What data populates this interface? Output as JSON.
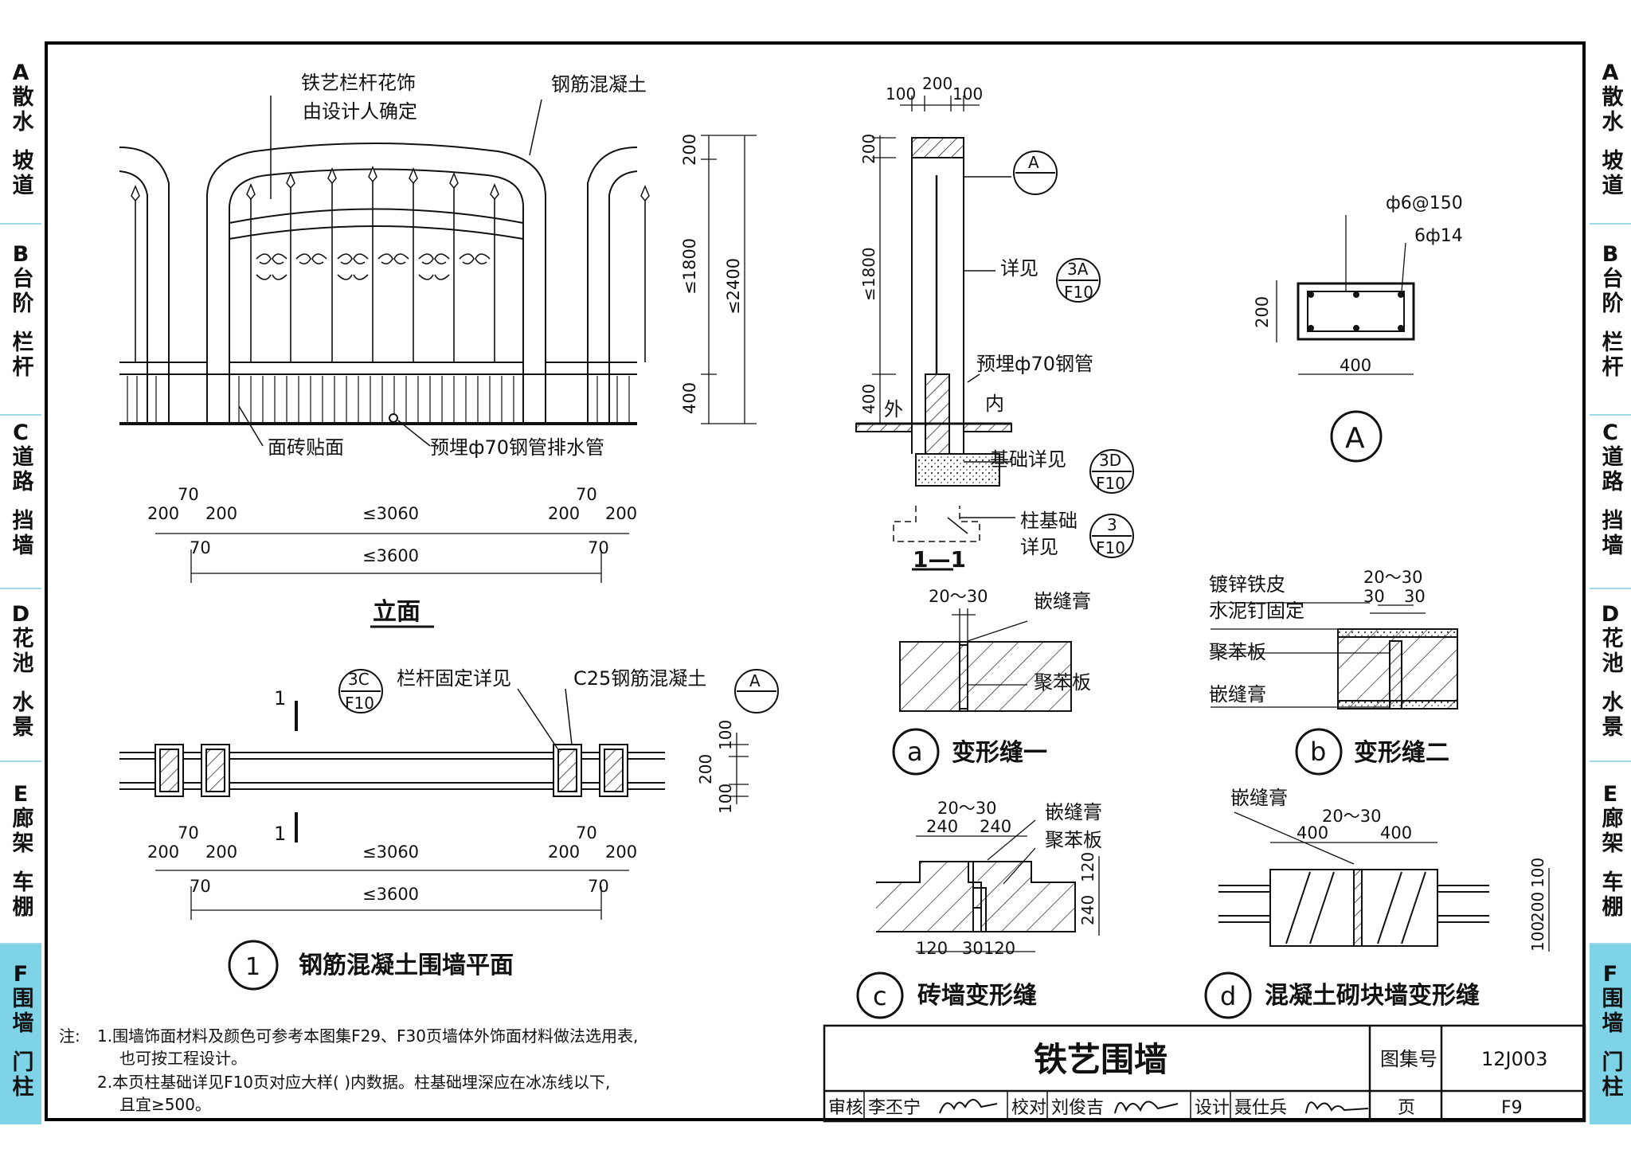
{
  "left_tabs": [
    {
      "letter": "A",
      "line1": "散水",
      "line2": "坡道"
    },
    {
      "letter": "B",
      "line1": "台阶",
      "line2": "栏杆"
    },
    {
      "letter": "C",
      "line1": "道路",
      "line2": "挡墙"
    },
    {
      "letter": "D",
      "line1": "花池",
      "line2": "水景"
    },
    {
      "letter": "E",
      "line1": "廊架",
      "line2": "车棚"
    },
    {
      "letter": "F",
      "line1": "围墙",
      "line2": "门柱"
    }
  ],
  "elevation": {
    "note_railing_1": "铁艺栏杆花饰",
    "note_railing_2": "由设计人确定",
    "note_rc": "钢筋混凝土",
    "note_tile": "面砖贴面",
    "note_pipe": "预埋ф70钢管排水管",
    "dim_200": "200",
    "dim_1800": "≤1800",
    "dim_2400": "≤2400",
    "dim_400": "400",
    "dim_70": "70",
    "dim_3060": "≤3060",
    "dim_3600": "≤3600",
    "title": "立面"
  },
  "plan": {
    "ref_3c_top": "3C",
    "ref_3c_bottom": "F10",
    "note_fix": "栏杆固定详见",
    "note_c25": "C25钢筋混凝土",
    "ref_a": "A",
    "ref_a_bottom": "—",
    "section_mark": "1",
    "dim_100": "100",
    "dim_200": "200",
    "dim_70": "70",
    "dim_3060": "≤3060",
    "dim_3600": "≤3600",
    "title_num": "1",
    "title": "钢筋混凝土围墙平面"
  },
  "section11": {
    "dim_top_100a": "100",
    "dim_top_200": "200",
    "dim_top_100b": "100",
    "dim_200": "200",
    "dim_1800": "≤1800",
    "dim_400": "400",
    "ref_a": "A",
    "ref_a_bottom": "—",
    "note_see": "详见",
    "ref_3a_top": "3A",
    "ref_3a_bottom": "F10",
    "note_pipe": "预埋ф70钢管",
    "label_out": "外",
    "label_in": "内",
    "note_found": "基础详见",
    "ref_3d_top": "3D",
    "ref_3d_bottom": "F10",
    "note_col_1": "柱基础",
    "note_col_2": "详见",
    "ref_3_top": "3",
    "ref_3_bottom": "F10",
    "title": "1—1"
  },
  "detailA": {
    "rebar_1": "ф6@150",
    "rebar_2": "6ф14",
    "dim_200": "200",
    "dim_400": "400",
    "title": "A"
  },
  "detail_a": {
    "dim": "20～30",
    "note_1": "嵌缝膏",
    "note_2": "聚苯板",
    "label": "a",
    "title": "变形缝一"
  },
  "detail_b": {
    "dim_top": "20～30",
    "dim_30a": "30",
    "dim_30b": "30",
    "note_1": "镀锌铁皮",
    "note_2": "水泥钉固定",
    "note_3": "聚苯板",
    "note_4": "嵌缝膏",
    "label": "b",
    "title": "变形缝二"
  },
  "detail_c": {
    "dim_top": "20～30",
    "dim_240a": "240",
    "dim_240b": "240",
    "note_1": "嵌缝膏",
    "note_2": "聚苯板",
    "dim_120": "120",
    "dim_240v": "240",
    "dim_b120a": "120",
    "dim_b30": "30",
    "dim_b120b": "120",
    "label": "c",
    "title": "砖墙变形缝"
  },
  "detail_d": {
    "note_1": "嵌缝膏",
    "dim_top": "20～30",
    "dim_400a": "400",
    "dim_400b": "400",
    "dim_100a": "100",
    "dim_200": "200",
    "dim_100b": "100",
    "label": "d",
    "title": "混凝土砌块墙变形缝"
  },
  "notes": {
    "prefix": "注:",
    "line1": "1.围墙饰面材料及颜色可参考本图集F29、F30页墙体外饰面材料做法选用表,",
    "line2": "也可按工程设计。",
    "line3": "2.本页柱基础详见F10页对应大样(  )内数据。柱基础埋深应在冰冻线以下,",
    "line4": "且宜≥500。"
  },
  "title_block": {
    "title": "铁艺围墙",
    "atlas_label": "图集号",
    "atlas_no": "12J003",
    "review_label": "审核",
    "reviewer": "李丕宁",
    "check_label": "校对",
    "checker": "刘俊吉",
    "design_label": "设计",
    "designer": "聂仕兵",
    "page_label": "页",
    "page_no": "F9"
  },
  "colors": {
    "tab_active": "#7fd3e6",
    "tab_separator": "#9fd8e8",
    "line": "#111111"
  }
}
